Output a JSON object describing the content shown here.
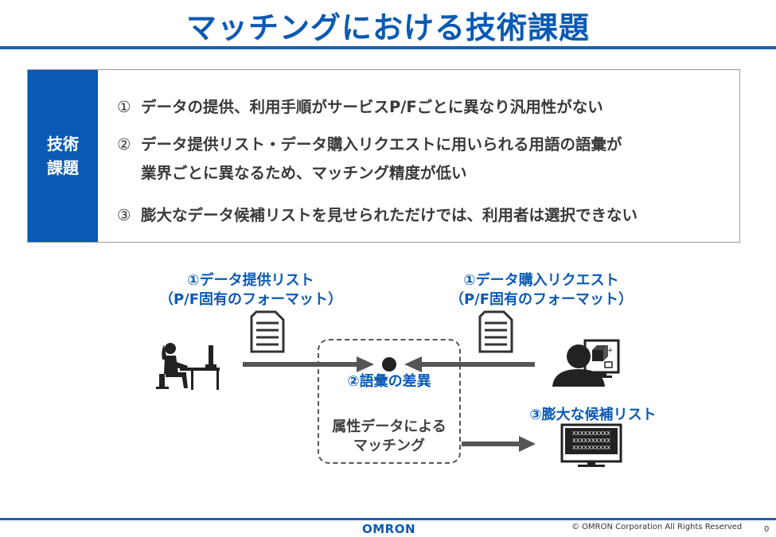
{
  "title": "マッチングにおける技術課題",
  "issues_box": {
    "label_line1": "技術",
    "label_line2": "課題",
    "items": [
      {
        "num": "①",
        "text": "データの提供、利用手順がサービスP/Fごとに異なり汎用性がない",
        "cont": ""
      },
      {
        "num": "②",
        "text": "データ提供リスト・データ購入リクエストに用いられる用語の語彙が",
        "cont": "業界ごとに異なるため、マッチング精度が低い"
      },
      {
        "num": "③",
        "text": "膨大なデータ候補リストを見せられただけでは、利用者は選択できない",
        "cont": ""
      }
    ]
  },
  "diagram": {
    "provider_label_line1": "①データ提供リスト",
    "provider_label_line2": "（P/F固有のフォーマット）",
    "buyer_label_line1": "①データ購入リクエスト",
    "buyer_label_line2": "（P/F固有のフォーマット）",
    "vocab_label": "②語彙の差異",
    "matching_line1": "属性データによる",
    "matching_line2": "マッチング",
    "candidate_label": "③膨大な候補リスト",
    "screen_rows": [
      "XXXXXXXXXX",
      "XXXXXXXXXX",
      "XXXXXXXXXX"
    ]
  },
  "colors": {
    "brand_blue": "#0a5ab4",
    "arrow_gray": "#555555",
    "icon_dark": "#222222"
  },
  "footer": {
    "logo": "OMRON",
    "copyright": "© OMRON Corporation All Rights Reserved",
    "page_number": "0"
  }
}
